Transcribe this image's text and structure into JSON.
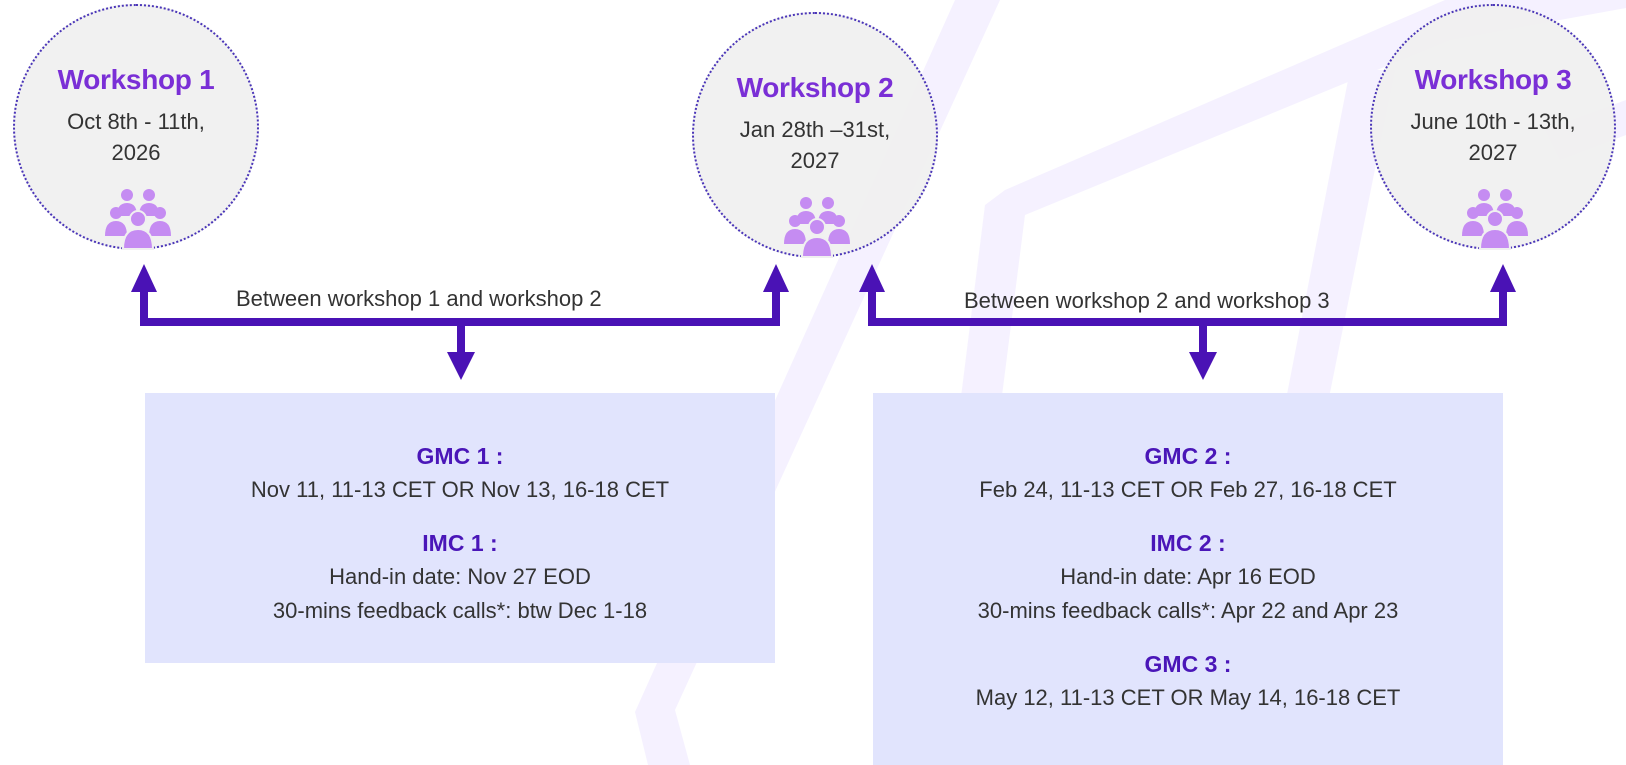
{
  "colors": {
    "accent_purple": "#7a2fd6",
    "heading_indigo": "#4a16b8",
    "connector": "#4a12b5",
    "box_fill": "#e0e3fd",
    "circle_fill": "#f0f0f0",
    "circle_border": "#4a35b8",
    "icon_fill": "#c58cf2",
    "bg_stripe": "#f4f0ff"
  },
  "workshops": [
    {
      "title": "Workshop 1",
      "dates": "Oct 8th - 11th, 2026",
      "icon": "people-group-icon"
    },
    {
      "title": "Workshop 2",
      "dates": "Jan 28th –31st, 2027",
      "icon": "people-group-icon"
    },
    {
      "title": "Workshop 3",
      "dates": "June 10th - 13th, 2027",
      "icon": "people-group-icon"
    }
  ],
  "between": [
    {
      "label": "Between workshop 1 and workshop 2"
    },
    {
      "label": "Between workshop 2 and workshop 3"
    }
  ],
  "boxes": [
    {
      "blocks": [
        {
          "heading": "GMC 1 :",
          "lines": [
            "Nov 11, 11-13 CET OR Nov 13, 16-18 CET"
          ]
        },
        {
          "heading": "IMC 1 :",
          "lines": [
            "Hand-in date: Nov 27 EOD",
            "30-mins feedback calls*: btw Dec 1-18"
          ]
        }
      ]
    },
    {
      "blocks": [
        {
          "heading": "GMC 2 :",
          "lines": [
            "Feb 24, 11-13 CET OR Feb 27, 16-18 CET"
          ]
        },
        {
          "heading": "IMC 2 :",
          "lines": [
            "Hand-in date: Apr 16 EOD",
            "30-mins feedback calls*: Apr 22 and Apr 23"
          ]
        },
        {
          "heading": "GMC 3 :",
          "lines": [
            "May 12, 11-13 CET OR May 14, 16-18 CET"
          ]
        }
      ]
    }
  ]
}
